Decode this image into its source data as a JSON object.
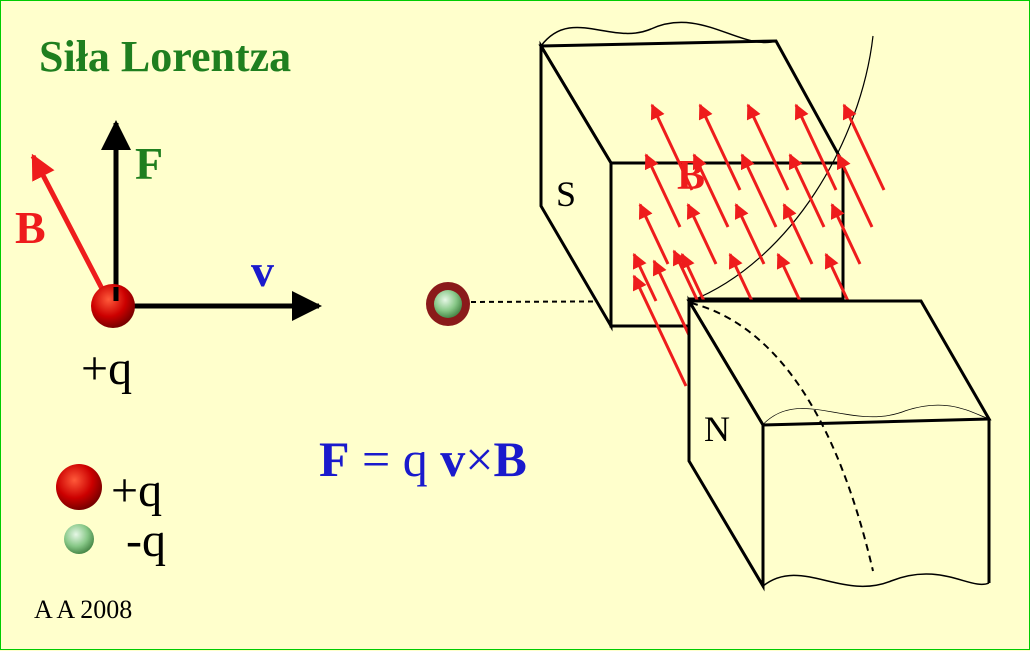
{
  "title": "Siła Lorentza",
  "vector_diagram": {
    "force_label": "F",
    "field_label": "B",
    "velocity_label": "v",
    "charge_label": "+q"
  },
  "formula": {
    "F": "F",
    "eq": " = q ",
    "v": "v",
    "cross": "×",
    "B": "B"
  },
  "legend": {
    "positive_label": "+q",
    "negative_label": "-q"
  },
  "magnet": {
    "south_label": "S",
    "north_label": "N",
    "field_label": "B"
  },
  "credit": "A A 2008",
  "colors": {
    "background": "#ffffcc",
    "border": "#00cc00",
    "title": "#1f7f1f",
    "force": "#1f7f1f",
    "field": "#ee1c1c",
    "velocity": "#1a1acc",
    "formula": "#1a1acc",
    "positive_charge": "#cc0000",
    "negative_charge": "#88c888"
  }
}
